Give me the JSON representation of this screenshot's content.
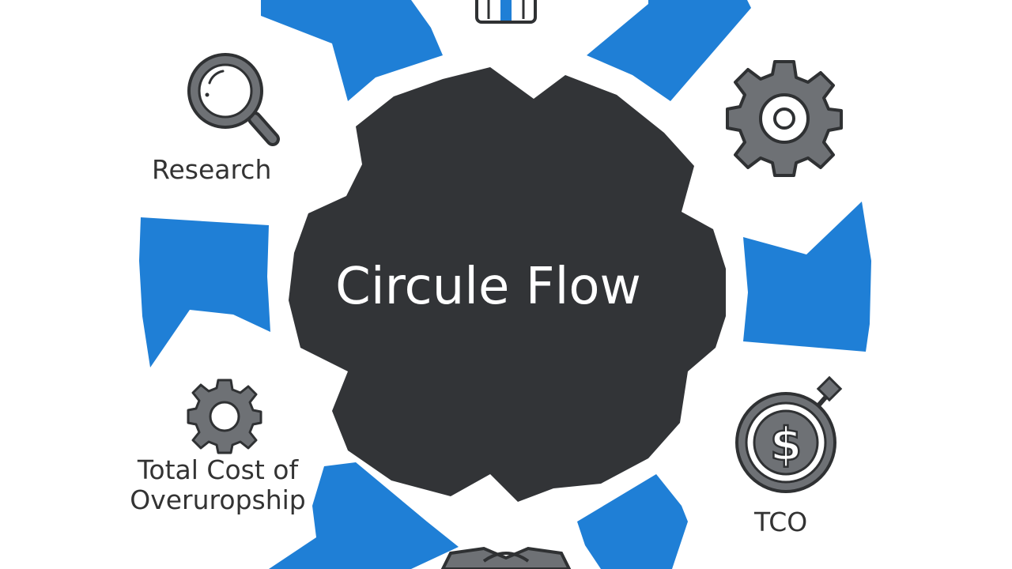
{
  "center": {
    "title": "Circule Flow"
  },
  "labels": {
    "research": "Research",
    "total_cost_line1": "Total Cost of",
    "total_cost_line2": "Overuropship",
    "tco": "TCO"
  },
  "icons": {
    "research": "magnifier-icon",
    "top_right": "gear-icon",
    "left_bottom": "gear-icon",
    "bottom_right": "dollar-stopwatch-icon",
    "top": "briefcase-icon",
    "bottom": "handshake-icon"
  },
  "colors": {
    "arrow_blue": "#1f7fd6",
    "center_dark": "#323437",
    "icon_gray": "#6e7175",
    "icon_stroke": "#2f3133",
    "text": "#333333"
  }
}
